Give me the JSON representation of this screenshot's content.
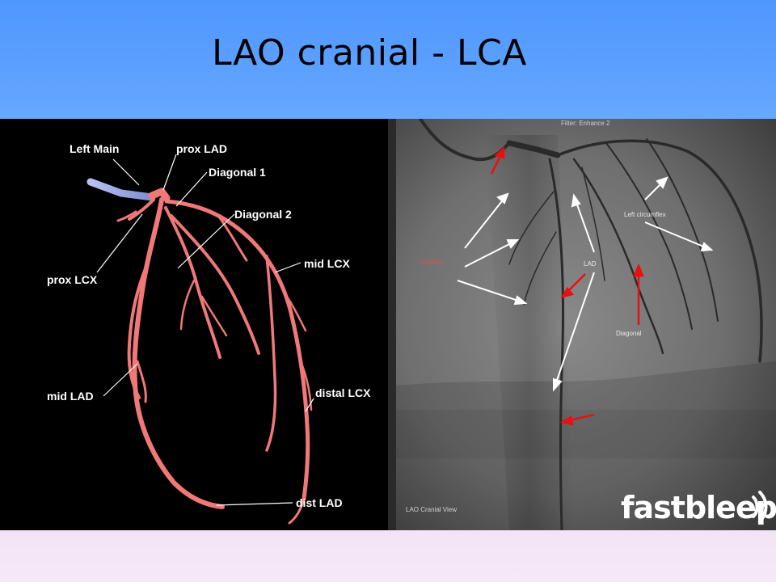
{
  "slide": {
    "title": "LAO cranial - LCA"
  },
  "diagram": {
    "labels": {
      "left_main": "Left Main",
      "prox_lad": "prox LAD",
      "diagonal_1": "Diagonal 1",
      "diagonal_2": "Diagonal 2",
      "prox_lcx": "prox LCX",
      "mid_lcx": "mid LCX",
      "mid_lad": "mid LAD",
      "distal_lcx": "distal LCX",
      "dist_lad": "dist LAD"
    },
    "vessel_color": "#f07878",
    "catheter_color": "#9aa6e0"
  },
  "angiogram": {
    "header": "Filter: Enhance 2",
    "labels": {
      "septals": "Septals",
      "lad": "LAD",
      "left_circumflex": "Left circumflex",
      "diagonal": "Diagonal"
    },
    "view_label": "LAO Cranial View",
    "logo": "fastbleep",
    "logo_icon": "sound-waves-icon",
    "arrow_color_white": "#ffffff",
    "arrow_color_red": "#e81010"
  }
}
